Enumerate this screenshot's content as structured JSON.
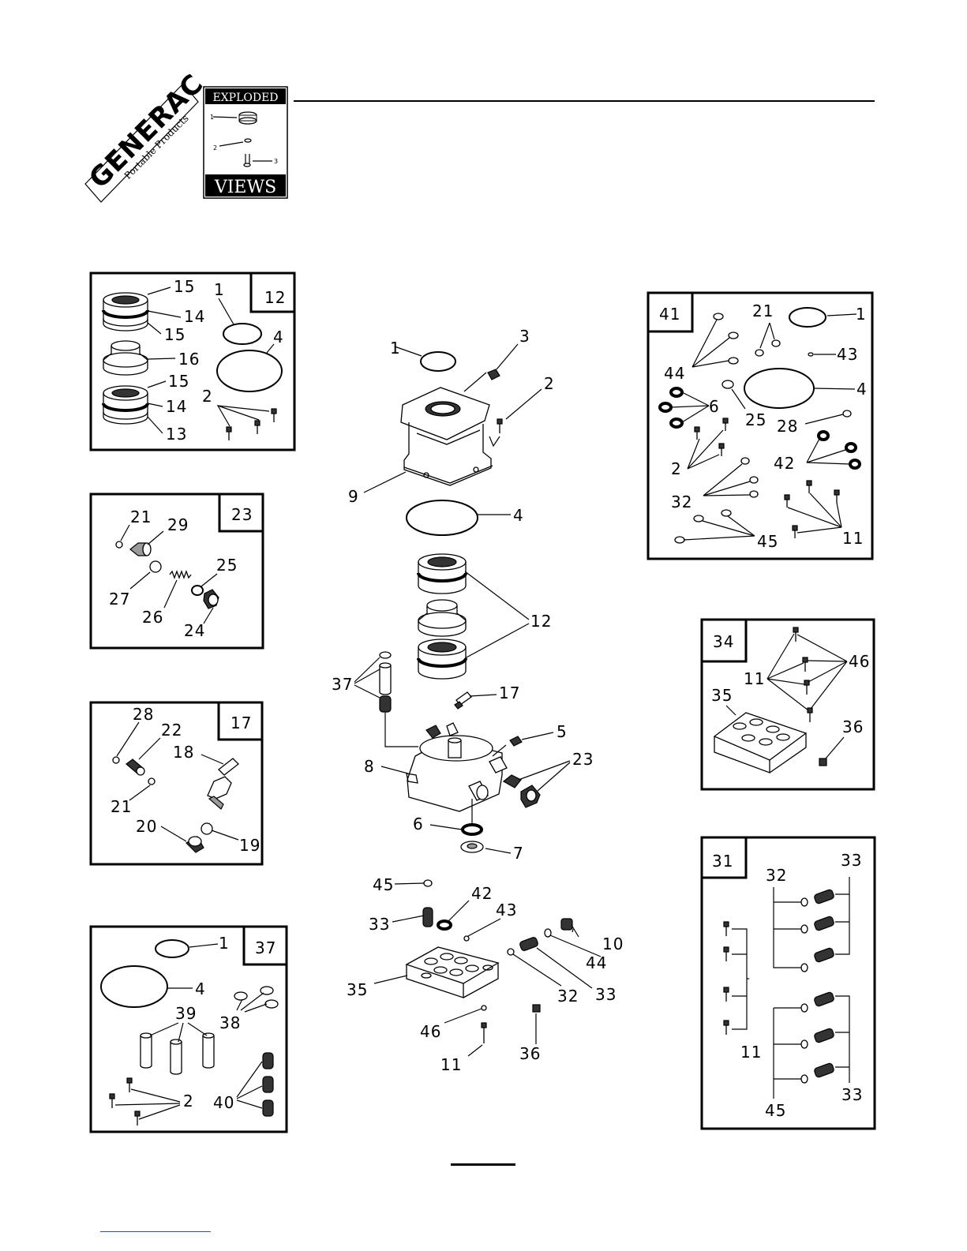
{
  "logo": {
    "brand": "GENERAC",
    "sub": "Portable Products"
  },
  "badge": {
    "top": "EXPLODED",
    "bottom": "VIEWS",
    "n1": "1",
    "n2": "2",
    "n3": "3"
  },
  "insets": {
    "i12": {
      "title": "12",
      "labels": [
        "15",
        "14",
        "15",
        "16",
        "15",
        "14",
        "13",
        "1",
        "4",
        "2"
      ]
    },
    "i23": {
      "title": "23",
      "labels": [
        "21",
        "29",
        "27",
        "26",
        "25",
        "24"
      ]
    },
    "i17": {
      "title": "17",
      "labels": [
        "28",
        "22",
        "18",
        "21",
        "20",
        "19"
      ]
    },
    "i37": {
      "title": "37",
      "labels": [
        "1",
        "4",
        "39",
        "38",
        "2",
        "40"
      ]
    },
    "i41": {
      "title": "41",
      "labels": [
        "21",
        "1",
        "44",
        "43",
        "4",
        "6",
        "25",
        "28",
        "2",
        "42",
        "32",
        "11",
        "45"
      ]
    },
    "i34": {
      "title": "34",
      "labels": [
        "46",
        "11",
        "35",
        "36"
      ]
    },
    "i31": {
      "title": "31",
      "labels": [
        "33",
        "32",
        "11",
        "33",
        "45"
      ]
    }
  },
  "main": {
    "labels": [
      "1",
      "3",
      "2",
      "9",
      "4",
      "12",
      "37",
      "17",
      "5",
      "8",
      "23",
      "6",
      "7",
      "45",
      "42",
      "43",
      "10",
      "33",
      "44",
      "35",
      "32",
      "33",
      "46",
      "36",
      "11"
    ]
  }
}
